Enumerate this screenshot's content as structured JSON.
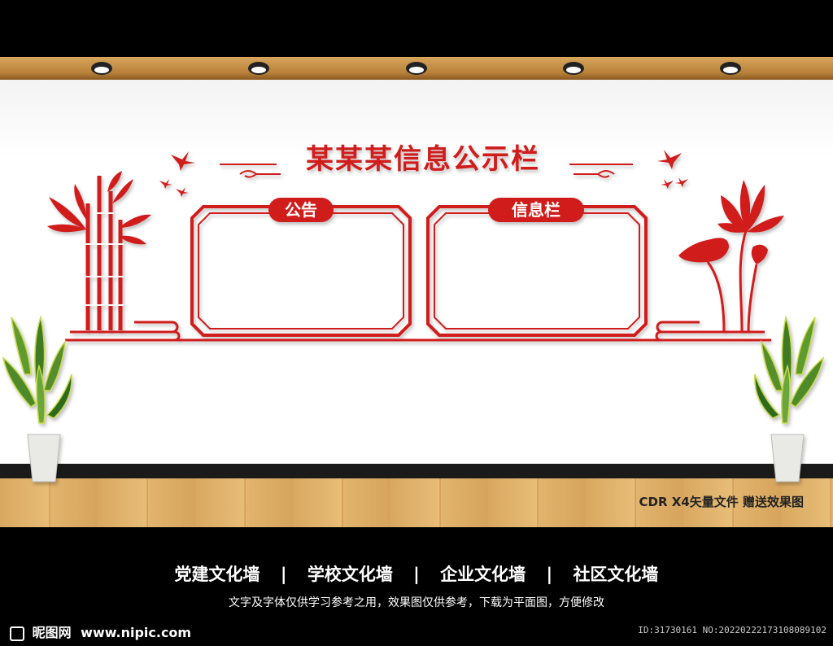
{
  "header": {
    "title": "某某某信息公示栏"
  },
  "boards": [
    {
      "label": "公告"
    },
    {
      "label": "信息栏"
    }
  ],
  "note": "CDR X4矢量文件  赠送效果图",
  "categories": [
    "党建文化墙",
    "学校文化墙",
    "企业文化墙",
    "社区文化墙"
  ],
  "separator": "|",
  "disclaimer": "文字及字体仅供学习参考之用，效果图仅供参考，下载为平面图，方便修改",
  "watermark": {
    "brand": "昵图网",
    "url": "www.nipic.com"
  },
  "image_id": "ID:31730161 NO:20220222173108089102",
  "colors": {
    "accent_red": "#d11c1c",
    "wood": "#d9a860",
    "plant_green": "#4f8a2a"
  },
  "decorations": {
    "left": "bamboo-icon",
    "right": "lotus-icon",
    "birds": "swallow-icon",
    "pots": "snake-plant-icon",
    "lights": "ceiling-light-icon"
  }
}
